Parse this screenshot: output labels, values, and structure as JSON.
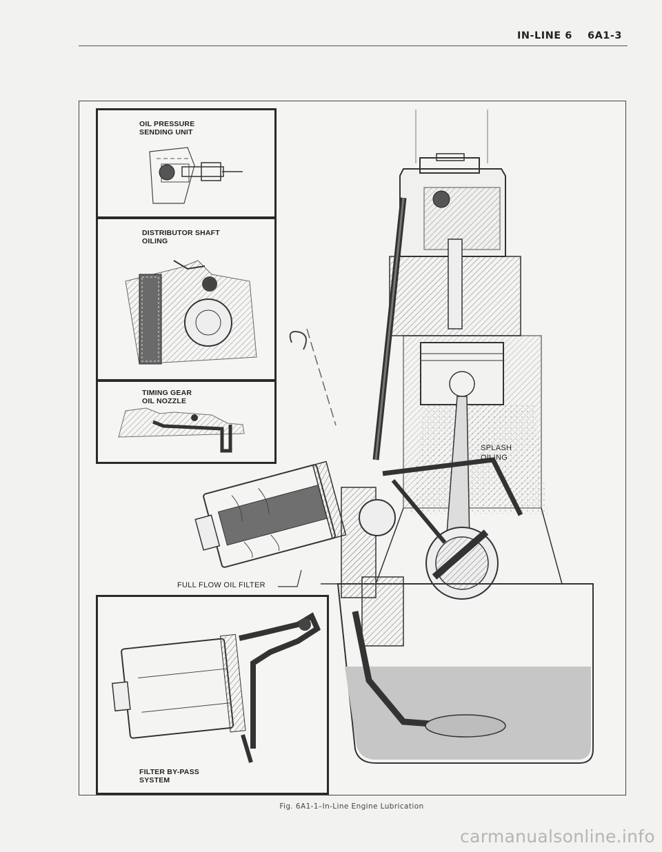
{
  "header": {
    "title": "IN-LINE 6    6A1-3"
  },
  "figure": {
    "insets": {
      "oil_pressure": "OIL PRESSURE\nSENDING UNIT",
      "distributor": "DISTRIBUTOR SHAFT\nOILING",
      "timing_gear": "TIMING GEAR\nOIL NOZZLE",
      "filter_bypass": "FILTER BY-PASS\nSYSTEM"
    },
    "callouts": {
      "splash": "SPLASH\nOILING",
      "full_flow": "FULL FLOW OIL FILTER"
    },
    "caption": "Fig. 6A1-1–In-Line Engine Lubrication"
  },
  "watermark": "carmanualsonline.info"
}
